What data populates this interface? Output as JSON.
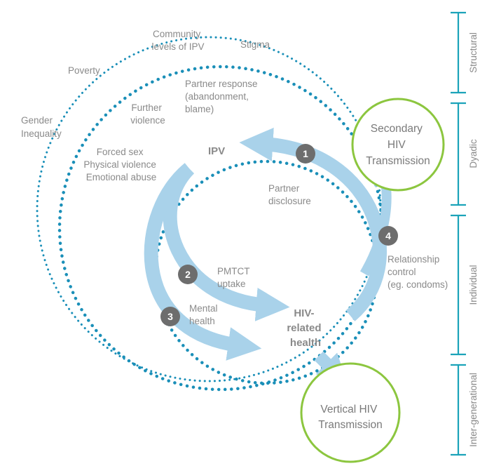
{
  "colors": {
    "dotted_blue": "#1a8fb8",
    "arrow_blue": "#a9d2ea",
    "green": "#8cc63f",
    "bracket_teal": "#1ba3b9",
    "text_gray": "#8a8a8a",
    "badge_gray": "#6d6d6d"
  },
  "labels": {
    "community": [
      "Community",
      "levels of IPV"
    ],
    "stigma": "Stigma",
    "poverty": "Poverty",
    "gender": [
      "Gender",
      "Inequality"
    ],
    "further_violence": [
      "Further",
      "violence"
    ],
    "partner_response": [
      "Partner response",
      "(abandonment,",
      "blame)"
    ],
    "violence_types": [
      "Forced sex",
      "Physical violence",
      "Emotional abuse"
    ],
    "ipv": "IPV",
    "partner_disclosure": [
      "Partner",
      "disclosure"
    ],
    "pmtct": [
      "PMTCT",
      "uptake"
    ],
    "mental_health": [
      "Mental",
      "health"
    ],
    "hiv_health": [
      "HIV-",
      "related",
      "health"
    ],
    "relationship_control": [
      "Relationship",
      "control",
      "(eg. condoms)"
    ]
  },
  "outcomes": {
    "secondary": [
      "Secondary",
      "HIV",
      "Transmission"
    ],
    "vertical": [
      "Vertical HIV",
      "Transmission"
    ]
  },
  "pathways": [
    "1",
    "2",
    "3",
    "4"
  ],
  "levels": [
    "Structural",
    "Dyadic",
    "Individual",
    "Inter-generational"
  ]
}
